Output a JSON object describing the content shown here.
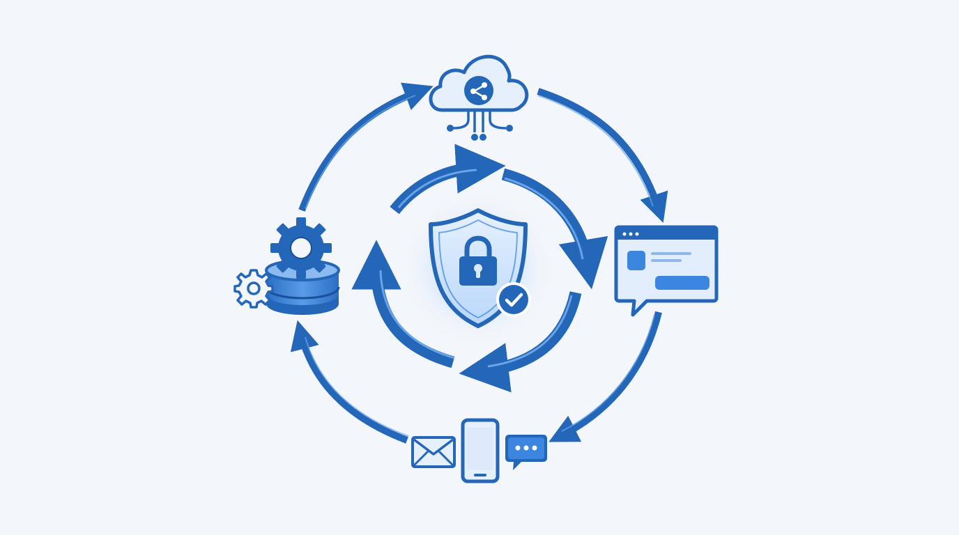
{
  "diagram": {
    "center": {
      "icon": "shield-lock-check-icon"
    },
    "nodes": [
      {
        "id": "cloud",
        "icon": "cloud-share-network-icon"
      },
      {
        "id": "web",
        "icon": "browser-chat-window-icon"
      },
      {
        "id": "messaging",
        "icons": [
          "envelope-icon",
          "smartphone-icon",
          "chat-bubble-icon"
        ]
      },
      {
        "id": "database",
        "icon": "database-gears-icon"
      }
    ],
    "outer_cycle": {
      "direction": "clockwise",
      "arrows": 4
    },
    "inner_cycle": {
      "direction": "clockwise",
      "arrows": 4
    }
  },
  "colors": {
    "background": "#f3f6fa",
    "primary": "#2466b8",
    "dark": "#1a4f99",
    "light": "#dbe9fb",
    "accent": "#3d86e0"
  }
}
